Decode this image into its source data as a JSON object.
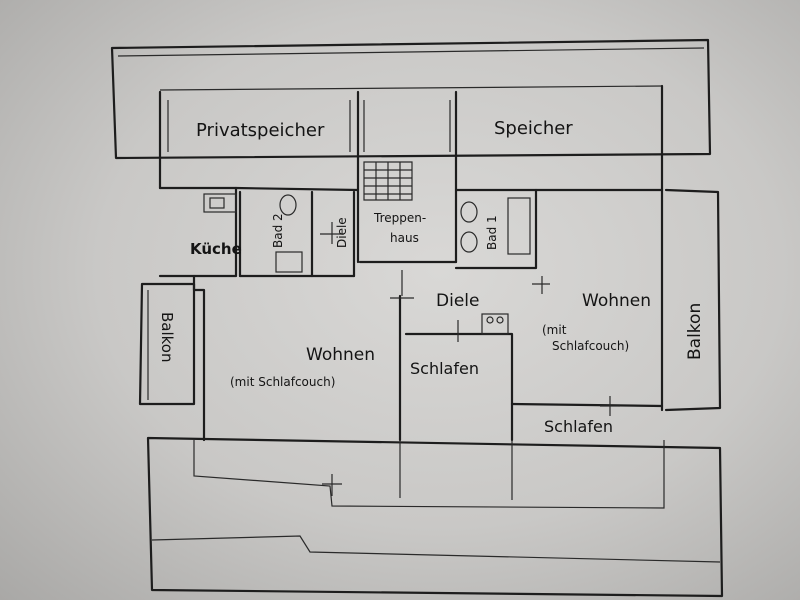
{
  "plan": {
    "rooms": {
      "privatspeicher": "Privatspeicher",
      "speicher": "Speicher",
      "treppenhaus_1": "Treppen-",
      "treppenhaus_2": "haus",
      "kueche": "Küche",
      "bad_left": "Bad 2",
      "diele_left": "Diele",
      "bad_right": "Bad 1",
      "diele_center": "Diele",
      "wohnen_left": "Wohnen",
      "wohnen_left_note": "(mit Schlafcouch)",
      "schlafen_center": "Schlafen",
      "wohnen_right": "Wohnen",
      "wohnen_right_note_1": "(mit",
      "wohnen_right_note_2": "Schlafcouch)",
      "schlafen_right": "Schlafen",
      "balkon_left": "Balkon",
      "balkon_right": "Balkon"
    }
  }
}
